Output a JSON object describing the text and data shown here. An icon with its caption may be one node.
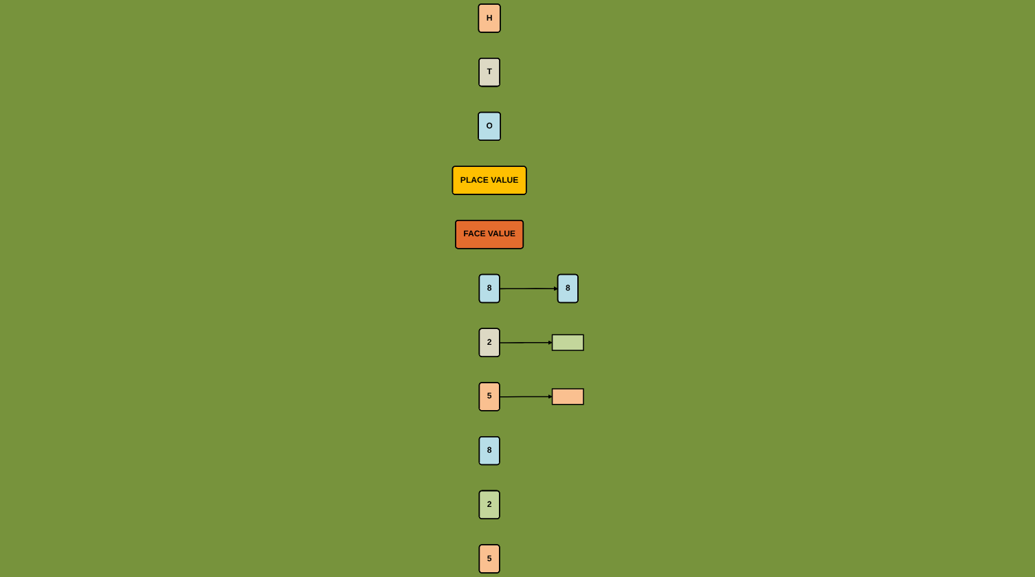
{
  "diagram": {
    "nodes": [
      {
        "text": [
          "H"
        ]
      },
      {
        "text": [
          "T"
        ]
      },
      {
        "text": [
          "O"
        ]
      },
      {
        "text": [
          "PLACE VALUE"
        ]
      },
      {
        "text": [
          "FACE VALUE"
        ]
      },
      {
        "text": [
          "5"
        ]
      },
      {
        "text": [
          "2"
        ]
      },
      {
        "text": [
          "8"
        ]
      },
      {
        "text": [
          "8"
        ]
      },
      {
        "text": [
          "8"
        ]
      },
      {
        "text": [],
        "shape": "box"
      },
      {
        "text": [
          "2"
        ]
      },
      {
        "text": [],
        "shape": "box"
      },
      {
        "text": [
          "5"
        ]
      }
    ],
    "edges": [
      {
        "from": 7,
        "to": 8,
        "arrow": "to"
      },
      {
        "from": 6,
        "to": 10,
        "arrow": "to"
      },
      {
        "from": 5,
        "to": 12,
        "arrow": "to"
      }
    ]
  }
}
